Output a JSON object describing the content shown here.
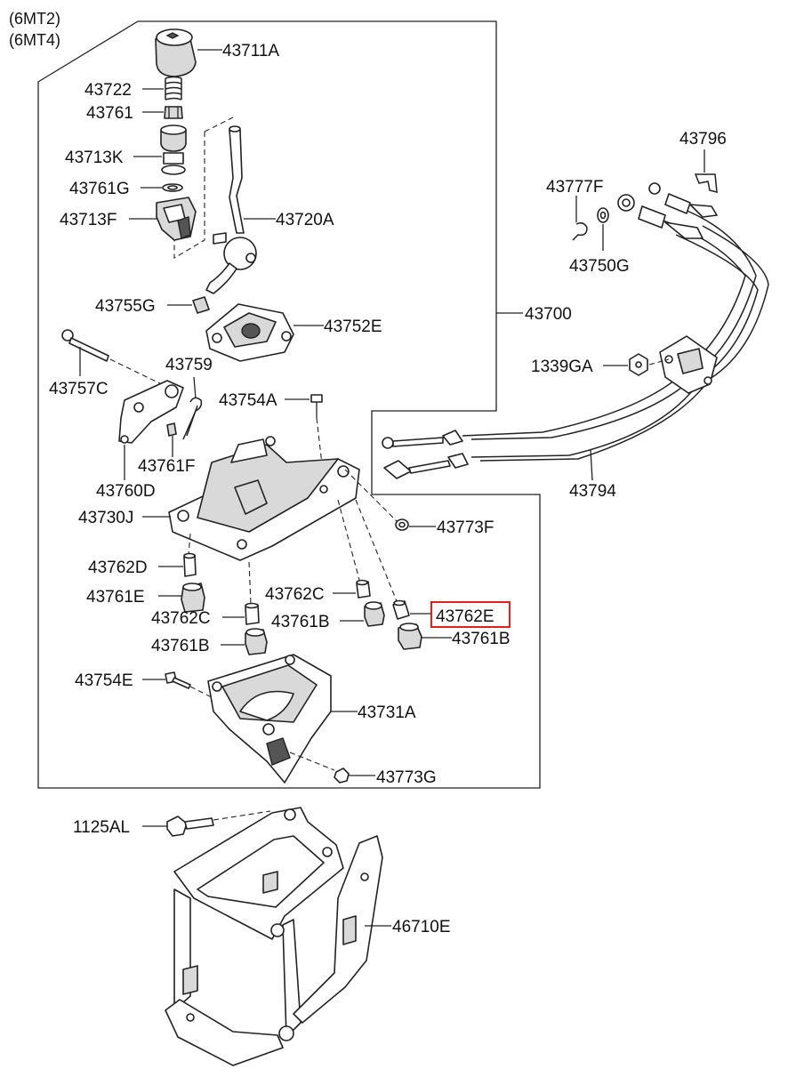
{
  "header": {
    "variant_1": "(6MT2)",
    "variant_2": "(6MT4)"
  },
  "highlight": {
    "part": "43762E",
    "color": "#e0201a"
  },
  "parts": {
    "p43711A": "43711A",
    "p43722": "43722",
    "p43761": "43761",
    "p43713K": "43713K",
    "p43761G": "43761G",
    "p43713F": "43713F",
    "p43720A": "43720A",
    "p43755G": "43755G",
    "p43752E": "43752E",
    "p43700": "43700",
    "p43757C": "43757C",
    "p43759": "43759",
    "p43754A": "43754A",
    "p43761F": "43761F",
    "p43760D": "43760D",
    "p43730J": "43730J",
    "p43773F": "43773F",
    "p43762D": "43762D",
    "p43761E": "43761E",
    "p43762C_left": "43762C",
    "p43762C_right": "43762C",
    "p43761B_left": "43761B",
    "p43761B_mid": "43761B",
    "p43761B_right": "43761B",
    "p43762E": "43762E",
    "p43754E": "43754E",
    "p43731A": "43731A",
    "p43773G": "43773G",
    "p1125AL": "1125AL",
    "p46710E": "46710E",
    "p43796": "43796",
    "p43777F": "43777F",
    "p43750G": "43750G",
    "p1339GA": "1339GA",
    "p43794": "43794"
  }
}
